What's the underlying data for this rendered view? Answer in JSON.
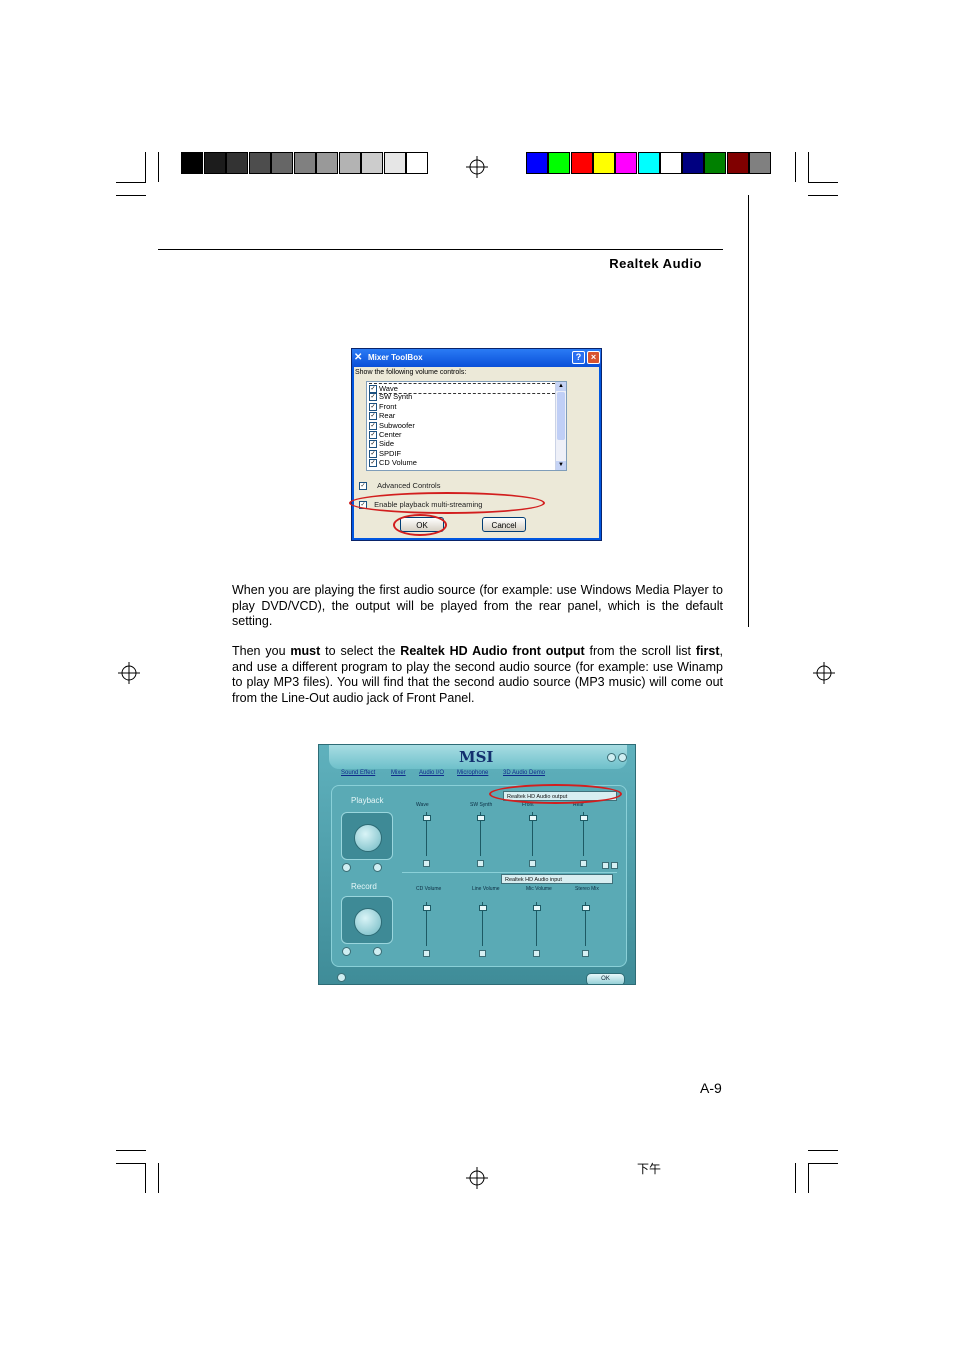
{
  "header": {
    "running_title": "Realtek Audio"
  },
  "color_bars": {
    "grayscale": [
      "#000000",
      "#1c1c1c",
      "#333333",
      "#4d4d4d",
      "#666666",
      "#808080",
      "#999999",
      "#b3b3b3",
      "#cccccc",
      "#e6e6e6",
      "#ffffff"
    ],
    "colors": [
      "#0000ff",
      "#00ff00",
      "#ff0000",
      "#ffff00",
      "#ff00ff",
      "#00ffff",
      "#ffffff",
      "#000080",
      "#008000",
      "#800000",
      "#808080"
    ]
  },
  "mixer_dialog": {
    "title": "Mixer ToolBox",
    "help_button": "?",
    "close_button": "×",
    "caption": "Show the following volume controls:",
    "items": [
      "Wave",
      "SW Synth",
      "Front",
      "Rear",
      "Subwoofer",
      "Center",
      "Side",
      "SPDIF",
      "CD Volume"
    ],
    "advanced_controls": "Advanced Controls",
    "multi_streaming": "Enable playback multi-streaming",
    "ok_label": "OK",
    "cancel_label": "Cancel",
    "highlight_color": "#d21e1e"
  },
  "paragraphs": {
    "p1": "When you are playing the first audio source (for example: use Windows Media Player to play DVD/VCD), the output will be played from the rear panel, which is the default setting.",
    "p2_a": "Then you ",
    "p2_b": "must",
    "p2_c": " to select the ",
    "p2_d": "Realtek HD Audio front output",
    "p2_e": " from the scroll list ",
    "p2_f": "first",
    "p2_g": ", and use a different program to play the second audio source (for example: use Winamp to play MP3 files). You will find that the second audio source (MP3 music) will come out from the Line-Out audio jack of Front Panel."
  },
  "msi_panel": {
    "brand": "MSI",
    "tabs": [
      "Sound Effect",
      "Mixer",
      "Audio I/O",
      "Microphone",
      "3D Audio Demo"
    ],
    "playback_label": "Playback",
    "record_label": "Record",
    "output_dropdown": "Realtek HD Audio output",
    "input_dropdown": "Realtek HD Audio input",
    "playback_channels": [
      "Wave",
      "SW Synth",
      "Front",
      "Rear"
    ],
    "record_channels": [
      "CD Volume",
      "Line Volume",
      "Mic Volume",
      "Stereo Mix"
    ],
    "ok_label": "OK"
  },
  "footer": {
    "page_number": "A-9",
    "mark": "下午"
  }
}
